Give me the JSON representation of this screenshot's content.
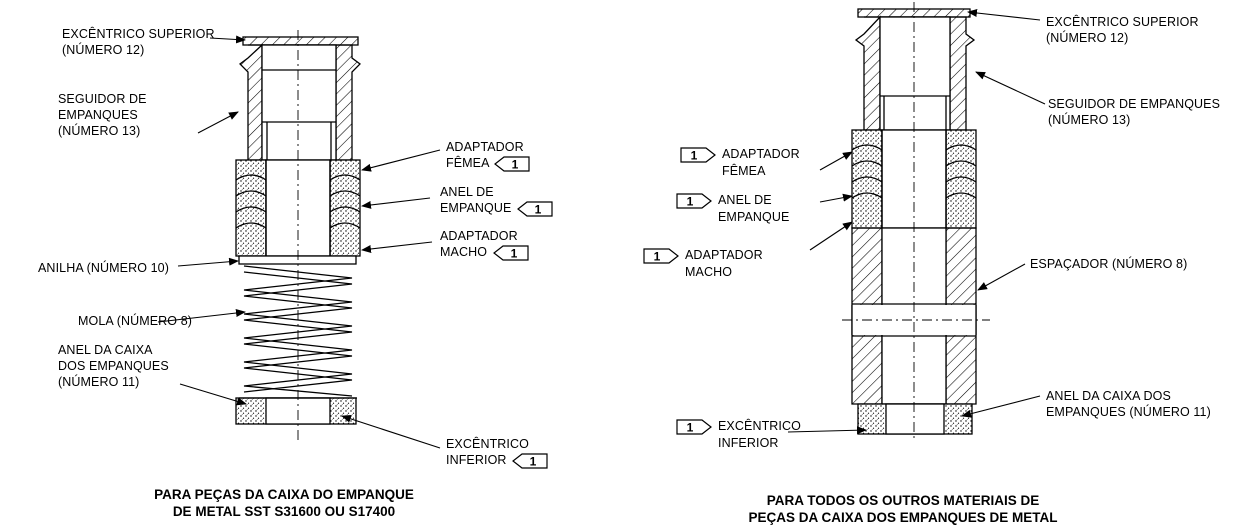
{
  "left": {
    "upper_cam": [
      "EXCÊNTRICO SUPERIOR",
      "(NÚMERO 12)"
    ],
    "follower": [
      "SEGUIDOR  DE",
      "EMPANQUES",
      "(NÚMERO 13)"
    ],
    "washer": "ANILHA (NÚMERO 10)",
    "spring": "MOLA (NÚMERO 8)",
    "box_ring": [
      "ANEL DA CAIXA",
      "DOS EMPANQUES",
      "(NÚMERO 11)"
    ],
    "female_adapter": [
      "ADAPTADOR",
      "FÊMEA"
    ],
    "packing_ring": [
      "ANEL DE",
      "EMPANQUE"
    ],
    "male_adapter": [
      "ADAPTADOR",
      "MACHO"
    ],
    "lower_cam": [
      "EXCÊNTRICO",
      "INFERIOR"
    ],
    "caption": [
      "PARA PEÇAS DA CAIXA DO EMPANQUE",
      "DE METAL SST S31600 OU S17400"
    ]
  },
  "right": {
    "upper_cam": [
      "EXCÊNTRICO SUPERIOR",
      "(NÚMERO 12)"
    ],
    "follower": [
      "SEGUIDOR DE EMPANQUES",
      "(NÚMERO 13)"
    ],
    "female_adapter": [
      "ADAPTADOR",
      "FÊMEA"
    ],
    "packing_ring": [
      "ANEL DE",
      "EMPANQUE"
    ],
    "male_adapter": [
      "ADAPTADOR",
      "MACHO"
    ],
    "spacer": "ESPAÇADOR (NÚMERO 8)",
    "box_ring": [
      "ANEL DA CAIXA DOS",
      "EMPANQUES (NÚMERO 11)"
    ],
    "lower_cam": [
      "EXCÊNTRICO",
      "INFERIOR"
    ],
    "caption": [
      "PARA TODOS OS OUTROS MATERIAIS DE",
      "PEÇAS DA CAIXA DOS EMPANQUES DE METAL"
    ]
  },
  "note_ref": "1"
}
